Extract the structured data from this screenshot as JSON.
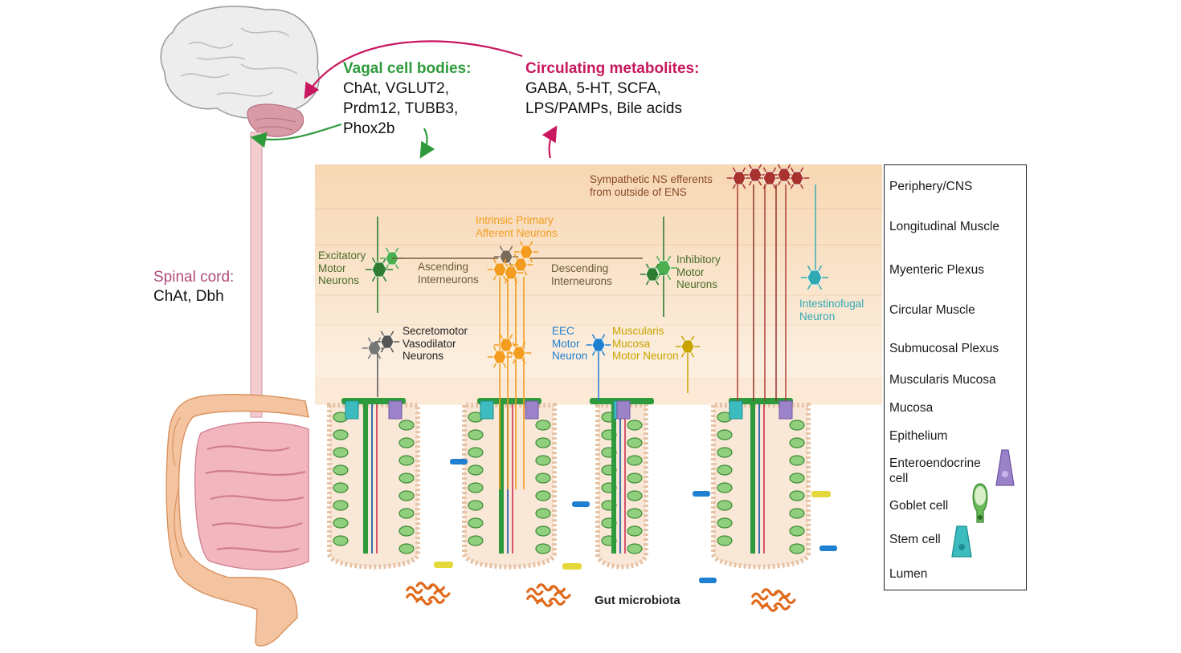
{
  "colors": {
    "vagal": "#2e9a3c",
    "metabolites": "#c8175e",
    "spinal": "#b04a7a",
    "excitatory": "#2e7d32",
    "ipan": "#f39c1f",
    "eec_motor": "#1f7fd0",
    "mm_motor": "#c9a300",
    "intestinofugal": "#30a9b5",
    "sympathetic": "#a8322e",
    "secretomotor": "#555555",
    "microbiota": "#e06a1c"
  },
  "labels": {
    "vagal_title": "Vagal cell bodies:",
    "vagal_l1": "ChAt, VGLUT2,",
    "vagal_l2": "Prdm12, TUBB3,",
    "vagal_l3": "Phox2b",
    "metab_title": "Circulating metabolites:",
    "metab_l1": "GABA, 5-HT, SCFA,",
    "metab_l2": "LPS/PAMPs, Bile acids",
    "spinal_title": "Spinal cord:",
    "spinal_l1": "ChAt, Dbh",
    "sympathetic": "Sympathetic NS efferents\nfrom outside of ENS",
    "ipan": "Intrinsic Primary\nAfferent Neurons",
    "excitatory": "Excitatory\nMotor\nNeurons",
    "ascending": "Ascending\nInterneurons",
    "descending": "Descending\nInterneurons",
    "inhibitory": "Inhibitory\nMotor\nNeurons",
    "intestinofugal": "Intestinofugal\nNeuron",
    "secretomotor": "Secretomotor\nVasodilator\nNeurons",
    "eec_motor": "EEC\nMotor\nNeuron",
    "mm_motor": "Muscularis\nMucosa\nMotor Neuron",
    "microbiota": "Gut microbiota"
  },
  "legend": [
    {
      "label": "Periphery/CNS"
    },
    {
      "label": "Longitudinal Muscle"
    },
    {
      "label": "Myenteric Plexus"
    },
    {
      "label": "Circular Muscle"
    },
    {
      "label": "Submucosal Plexus"
    },
    {
      "label": "Muscularis Mucosa"
    },
    {
      "label": "Mucosa"
    },
    {
      "label": "Epithelium"
    },
    {
      "label": "Enteroendocrine\ncell",
      "icon": "enteroendocrine-cell-icon"
    },
    {
      "label": "Goblet cell",
      "icon": "goblet-cell-icon"
    },
    {
      "label": "Stem cell",
      "icon": "stem-cell-icon"
    },
    {
      "label": "Lumen"
    }
  ]
}
